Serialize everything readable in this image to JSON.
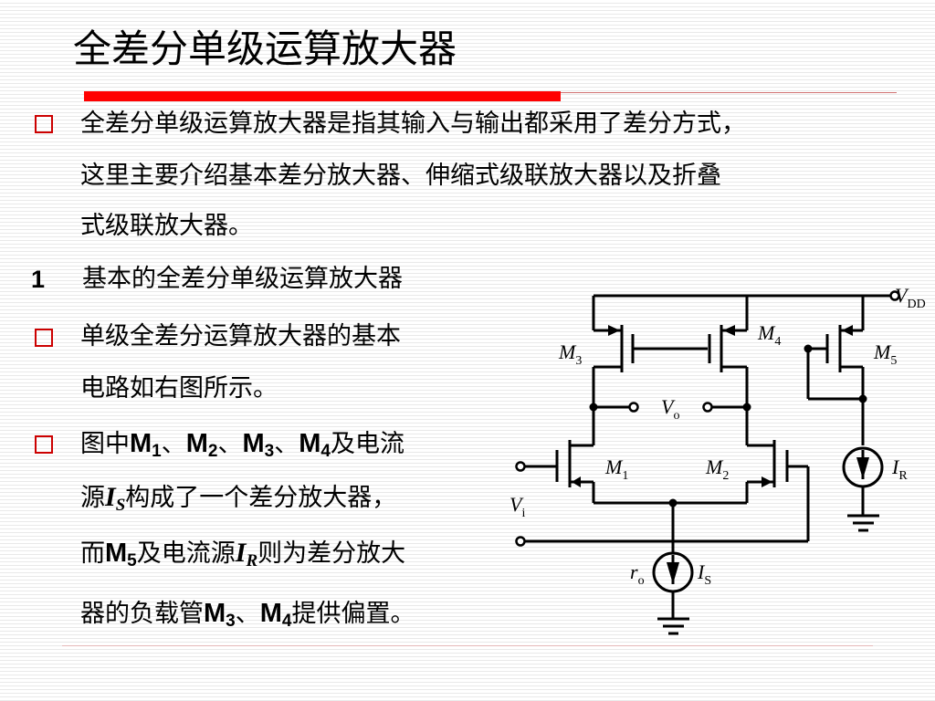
{
  "title": "全差分单级运算放大器",
  "intro": {
    "line1": "全差分单级运算放大器是指其输入与输出都采用了差分方式，",
    "line2": "这里主要介绍基本差分放大器、伸缩式级联放大器以及折叠",
    "line3": "式级联放大器。"
  },
  "section1": {
    "number": "1",
    "heading": "基本的全差分单级运算放大器"
  },
  "bullet2": {
    "line1": "单级全差分运算放大器的基本",
    "line2": "电路如右图所示。"
  },
  "bullet3": {
    "t1": "图中",
    "m1": "M",
    "m1_sub": "1",
    "sep1": "、",
    "m2": "M",
    "m2_sub": "2",
    "sep2": "、",
    "m3": "M",
    "m3_sub": "3",
    "sep3": "、",
    "m4": "M",
    "m4_sub": "4",
    "t2": "及电流",
    "l2_pre": "源",
    "is": "I",
    "is_sub": "S",
    "l2_post": "构成了一个差分放大器，",
    "l3_pre": "而",
    "m5": "M",
    "m5_sub": "5",
    "l3_mid": "及电流源",
    "ir": "I",
    "ir_sub": "R",
    "l3_post": "则为差分放大",
    "l4_pre": "器的负载管",
    "m3b": "M",
    "m3b_sub": "3",
    "sep4": "、",
    "m4b": "M",
    "m4b_sub": "4",
    "l4_post": "提供偏置。"
  },
  "circuit": {
    "vdd": "V",
    "vdd_sub": "DD",
    "m3": "M",
    "m3_sub": "3",
    "m4": "M",
    "m4_sub": "4",
    "m5": "M",
    "m5_sub": "5",
    "m1": "M",
    "m1_sub": "1",
    "m2": "M",
    "m2_sub": "2",
    "vo": "V",
    "vo_sub": "o",
    "vi": "V",
    "vi_sub": "i",
    "ir": "I",
    "ir_sub": "R",
    "is": "I",
    "is_sub": "S",
    "ro": "r",
    "ro_sub": "o"
  }
}
